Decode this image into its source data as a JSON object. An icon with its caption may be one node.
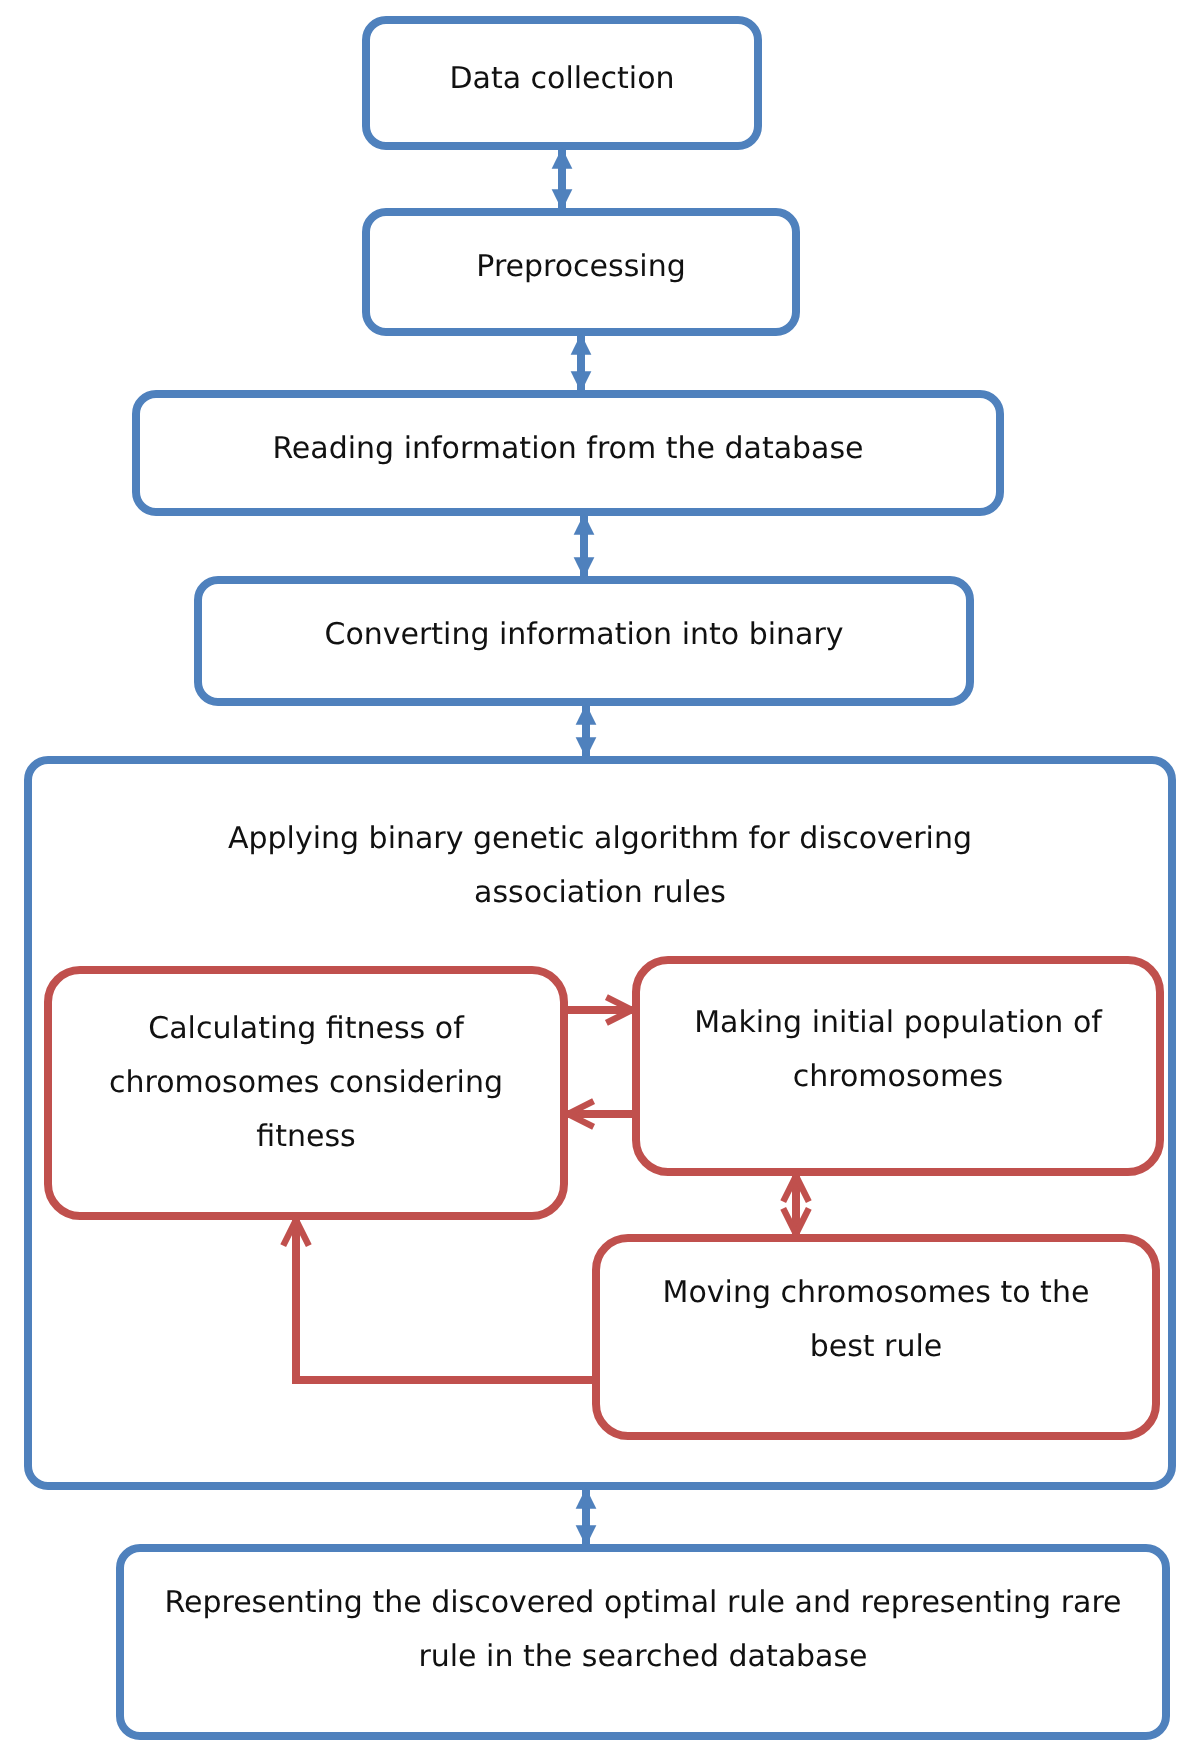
{
  "diagram": {
    "nodes": [
      {
        "text": [
          "Data collection"
        ]
      },
      {
        "text": [
          "Preprocessing"
        ]
      },
      {
        "text": [
          "Reading information from the database"
        ]
      },
      {
        "text": [
          "Converting  information into binary"
        ]
      },
      {
        "text": [
          "Applying binary genetic algorithm for discovering association rules"
        ]
      },
      {
        "text": [
          "Calculating fitness of chromosomes considering fitness"
        ],
        "in": 4
      },
      {
        "text": [
          "Making initial population of chromosomes"
        ],
        "in": 4
      },
      {
        "text": [
          "Moving chromosomes to the best rule"
        ],
        "in": 4
      },
      {
        "text": [
          "Representing the discovered optimal rule and representing rare rule in the searched database"
        ]
      }
    ],
    "edges": [
      {
        "from": 0,
        "to": 1,
        "arrow": "both"
      },
      {
        "from": 1,
        "to": 2,
        "arrow": "both"
      },
      {
        "from": 2,
        "to": 3,
        "arrow": "both"
      },
      {
        "from": 3,
        "to": 4,
        "arrow": "both"
      },
      {
        "from": 4,
        "to": 8,
        "arrow": "both"
      },
      {
        "from": 5,
        "to": 6,
        "arrow": "to",
        "color": "#c0504d"
      },
      {
        "from": 6,
        "to": 5,
        "arrow": "to",
        "color": "#c0504d"
      },
      {
        "from": 6,
        "to": 7,
        "arrow": "both",
        "color": "#c0504d"
      },
      {
        "from": 7,
        "to": 5,
        "arrow": "to",
        "color": "#c0504d"
      }
    ]
  }
}
